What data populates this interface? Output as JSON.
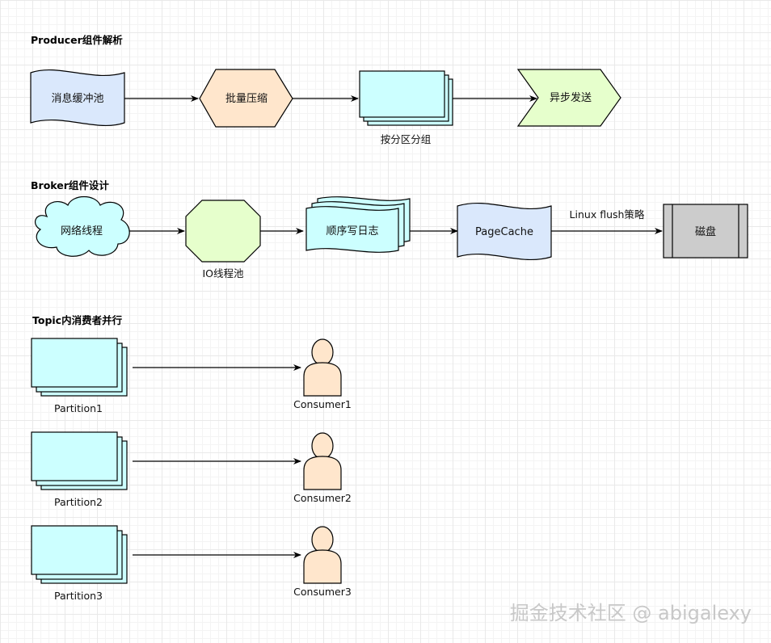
{
  "sections": {
    "producer": {
      "title": "Producer组件解析"
    },
    "broker": {
      "title": "Broker组件设计"
    },
    "topic": {
      "title": "Topic内消费者并行"
    }
  },
  "producer_nodes": {
    "message_buffer": "消息缓冲池",
    "batch_compress": "批量压缩",
    "partition_group": "按分区分组",
    "async_send": "异步发送"
  },
  "broker_nodes": {
    "network_threads": "网络线程",
    "io_pool": "IO线程池",
    "sequential_log": "顺序写日志",
    "page_cache": "PageCache",
    "disk": "磁盘"
  },
  "broker_edges": {
    "flush_label": "Linux flush策略"
  },
  "topic_rows": [
    {
      "partition": "Partition1",
      "consumer": "Consumer1"
    },
    {
      "partition": "Partition2",
      "consumer": "Consumer2"
    },
    {
      "partition": "Partition3",
      "consumer": "Consumer3"
    }
  ],
  "colors": {
    "blue_fill": "#dae8fc",
    "blue_stroke": "#6c8ebf",
    "orange_fill": "#ffe6cc",
    "cyan_fill": "#ccffff",
    "green_fill": "#e6ffcc",
    "gray_fill": "#cccccc"
  },
  "watermark": "掘金技术社区 @ abigalexy"
}
